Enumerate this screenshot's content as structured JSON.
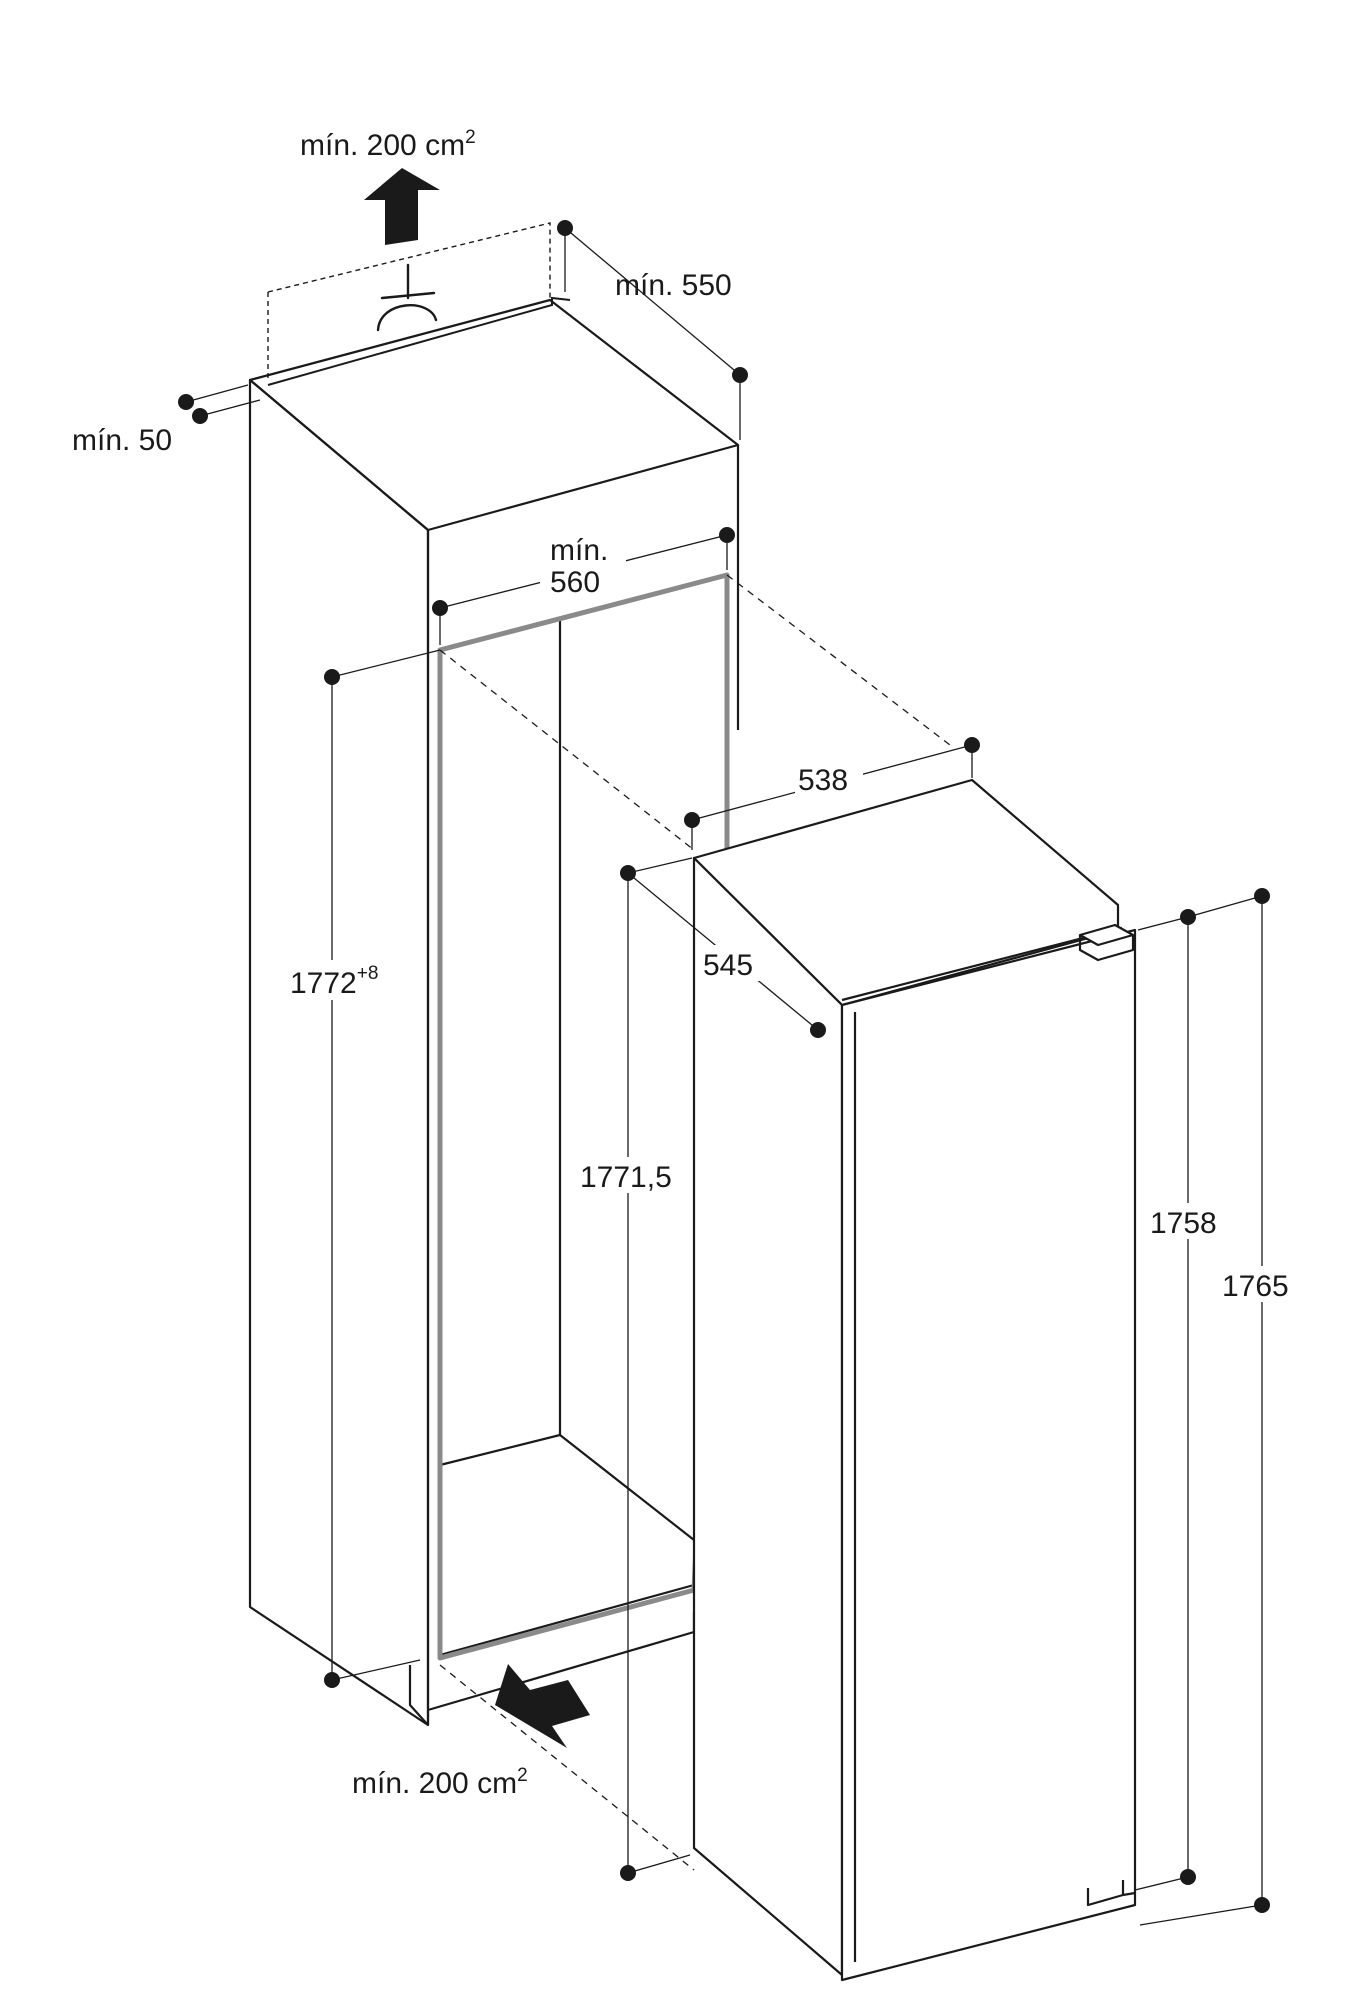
{
  "labels": {
    "vent_top_text": "mín. 200 cm",
    "vent_top_sup": "2",
    "depth_text": "mín. 550",
    "top_gap_text": "mín. 50",
    "niche_width_line1": "mín.",
    "niche_width_line2": "560",
    "niche_height_text": "1772",
    "niche_height_sup": "+8",
    "appliance_width_text": "538",
    "appliance_depth_text": "545",
    "appliance_height_text": "1771,5",
    "door_height_text": "1758",
    "total_height_text": "1765",
    "vent_bottom_text": "mín. 200 cm",
    "vent_bottom_sup": "2"
  },
  "colors": {
    "line": "#1a1a1a",
    "niche_frame": "#8a8a8a",
    "background": "#ffffff"
  },
  "icons": {
    "vent_top": "arrow-up-icon",
    "vent_bottom": "arrow-diagonal-icon",
    "outlet": "power-socket-icon"
  }
}
